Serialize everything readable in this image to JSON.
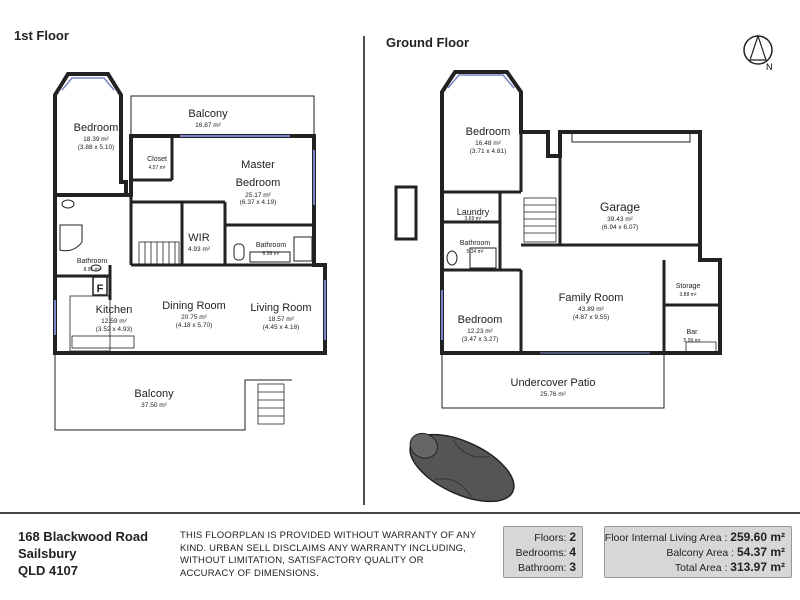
{
  "titles": {
    "first_floor": "1st Floor",
    "ground_floor": "Ground Floor"
  },
  "first_floor_rooms": {
    "bedroom": {
      "name": "Bedroom",
      "area": "18.39 m²",
      "dims": "(3.88 x 5.10)"
    },
    "balcony_top": {
      "name": "Balcony",
      "area": "16.87 m²"
    },
    "closet": {
      "name": "Closet",
      "area": "4.57 m²"
    },
    "master": {
      "name": "Master\nBedroom",
      "area": "25.17 m²",
      "dims": "(6.37 x 4.19)"
    },
    "wir": {
      "name": "WIR",
      "area": "4.93 m²"
    },
    "bathroom_ensuite": {
      "name": "Bathroom",
      "area": "6.99 m²"
    },
    "bathroom": {
      "name": "Bathroom",
      "area": "8.91 m²"
    },
    "fridge": {
      "name": "F"
    },
    "kitchen": {
      "name": "Kitchen",
      "area": "12.59 m²",
      "dims": "(3.52 x 4.93)"
    },
    "dining": {
      "name": "Dining Room",
      "area": "20.75 m²",
      "dims": "(4.18 x 5.70)"
    },
    "living": {
      "name": "Living Room",
      "area": "18.57 m²",
      "dims": "(4.45 x 4.18)"
    },
    "balcony_bottom": {
      "name": "Balcony",
      "area": "37.50 m²"
    }
  },
  "ground_floor_rooms": {
    "bedroom_top": {
      "name": "Bedroom",
      "area": "16.48 m²",
      "dims": "(3.71 x 4.81)"
    },
    "garage": {
      "name": "Garage",
      "area": "39.43 m²",
      "dims": "(6.94 x 6.07)"
    },
    "laundry": {
      "name": "Laundry",
      "area": "3.69 m²"
    },
    "bathroom": {
      "name": "Bathroom",
      "area": "5.34 m²"
    },
    "storage": {
      "name": "Storage",
      "area": "3.88 m²"
    },
    "family": {
      "name": "Family Room",
      "area": "43.89 m²",
      "dims": "(4.87 x 9.55)"
    },
    "bedroom_bottom": {
      "name": "Bedroom",
      "area": "12.23 m²",
      "dims": "(3.47 x 3.27)"
    },
    "bar": {
      "name": "Bar",
      "area": "5.99 m²"
    },
    "patio": {
      "name": "Undercover Patio",
      "area": "25.76 m²"
    }
  },
  "compass_letter": "N",
  "footer": {
    "address_line1": "168 Blackwood Road",
    "address_line2": "Sailsbury",
    "address_line3": "QLD 4107",
    "disclaimer": "THIS FLOORPLAN IS PROVIDED WITHOUT WARRANTY OF ANY KIND. URBAN SELL DISCLAIMS ANY WARRANTY INCLUDING, WITHOUT LIMITATION, SATISFACTORY QUALITY OR ACCURACY OF DIMENSIONS.",
    "floors_label": "Floors:",
    "floors_value": "2",
    "bedrooms_label": "Bedrooms:",
    "bedrooms_value": "4",
    "bathroom_label": "Bathroom:",
    "bathroom_value": "3",
    "internal_label": "Floor Internal Living Area :",
    "internal_value": "259.60 m²",
    "balcony_label": "Balcony Area :",
    "balcony_value": "54.37 m²",
    "total_label": "Total Area :",
    "total_value": "313.97 m²"
  }
}
